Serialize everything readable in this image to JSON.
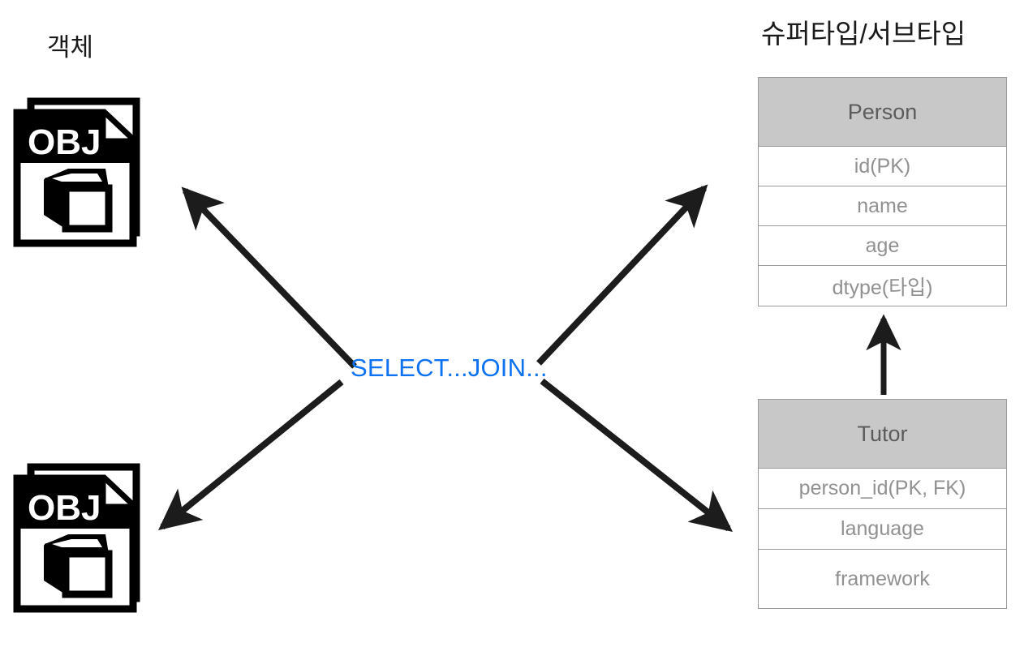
{
  "diagram": {
    "left_label": "객체",
    "right_label": "슈퍼타입/서브타입",
    "center_label": "SELECT...JOIN...",
    "accent_color": "#0d72f2",
    "header_fill": "#c8c8c8",
    "border_color": "#9a9a9a",
    "row_text_color": "#919191",
    "header_text_color": "#5c5c5c"
  },
  "objects": [
    {
      "badge": "OBJ",
      "name": "obj-file-icon-top"
    },
    {
      "badge": "OBJ",
      "name": "obj-file-icon-bottom"
    }
  ],
  "tables": [
    {
      "name": "Person",
      "rows": [
        {
          "label": "id(PK)"
        },
        {
          "label": "name"
        },
        {
          "label": "age"
        },
        {
          "label": "dtype(타입)"
        }
      ]
    },
    {
      "name": "Tutor",
      "rows": [
        {
          "label": "person_id(PK, FK)"
        },
        {
          "label": "language"
        },
        {
          "label": "framework"
        }
      ]
    }
  ],
  "arrows": [
    {
      "id": "arrow-center-to-object-top",
      "direction": "up-left",
      "from": "SELECT...JOIN...",
      "to": "객체 (top)"
    },
    {
      "id": "arrow-center-to-object-bottom",
      "direction": "down-left",
      "from": "SELECT...JOIN...",
      "to": "객체 (bottom)"
    },
    {
      "id": "arrow-center-to-person",
      "direction": "up-right",
      "from": "SELECT...JOIN...",
      "to": "Person"
    },
    {
      "id": "arrow-center-to-tutor",
      "direction": "down-right",
      "from": "SELECT...JOIN...",
      "to": "Tutor"
    },
    {
      "id": "arrow-tutor-to-person",
      "direction": "up",
      "from": "Tutor",
      "to": "Person"
    }
  ]
}
